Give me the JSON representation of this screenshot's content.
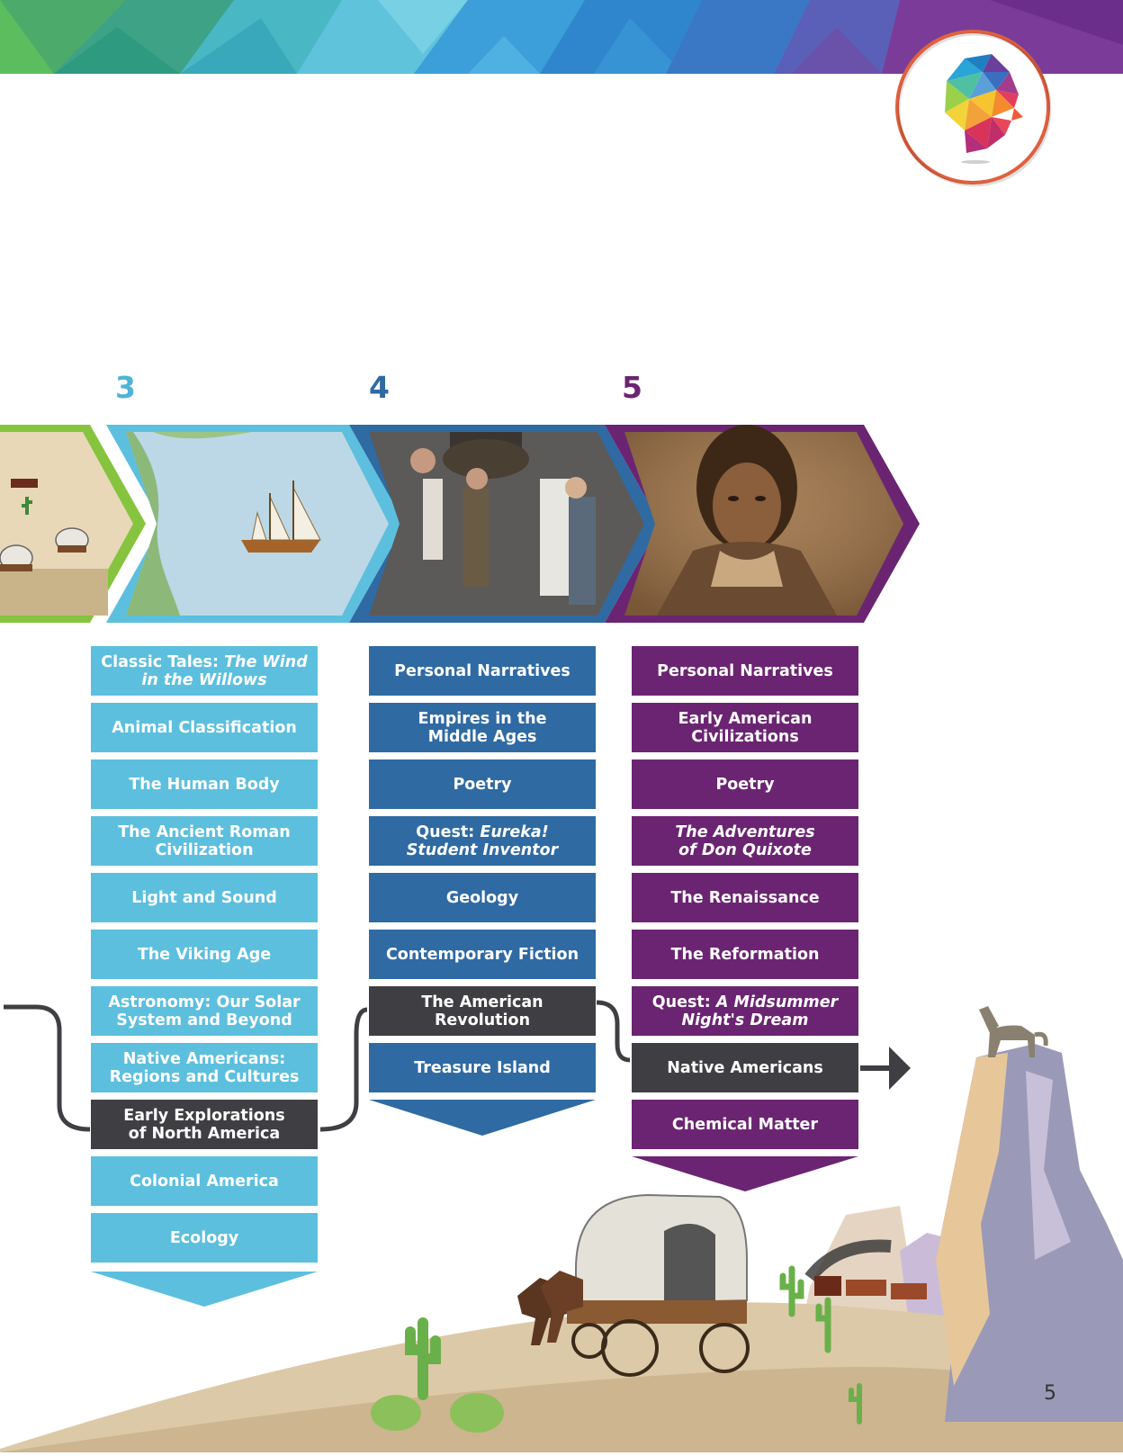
{
  "grades": [
    {
      "number": "3",
      "color": "#4fb3d9"
    },
    {
      "number": "4",
      "color": "#2e6aa3"
    },
    {
      "number": "5",
      "color": "#6b2472"
    }
  ],
  "columns": [
    {
      "color": "#5cbfde",
      "items": [
        {
          "parts": [
            {
              "t": "Classic Tales: ",
              "i": false
            },
            {
              "t": "The Wind",
              "i": true
            }
          ],
          "parts2": [
            {
              "t": "in the Willows",
              "i": true
            }
          ],
          "highlight": false
        },
        {
          "parts": [
            {
              "t": "Animal Classification",
              "i": false
            }
          ],
          "highlight": false
        },
        {
          "parts": [
            {
              "t": "The Human Body",
              "i": false
            }
          ],
          "highlight": false
        },
        {
          "parts": [
            {
              "t": "The Ancient Roman",
              "i": false
            }
          ],
          "parts2": [
            {
              "t": "Civilization",
              "i": false
            }
          ],
          "highlight": false
        },
        {
          "parts": [
            {
              "t": "Light and Sound",
              "i": false
            }
          ],
          "highlight": false
        },
        {
          "parts": [
            {
              "t": "The Viking Age",
              "i": false
            }
          ],
          "highlight": false
        },
        {
          "parts": [
            {
              "t": "Astronomy: Our Solar",
              "i": false
            }
          ],
          "parts2": [
            {
              "t": "System and Beyond",
              "i": false
            }
          ],
          "highlight": false
        },
        {
          "parts": [
            {
              "t": "Native Americans:",
              "i": false
            }
          ],
          "parts2": [
            {
              "t": "Regions and Cultures",
              "i": false
            }
          ],
          "highlight": false
        },
        {
          "parts": [
            {
              "t": "Early Explorations",
              "i": false
            }
          ],
          "parts2": [
            {
              "t": "of North America",
              "i": false
            }
          ],
          "highlight": true
        },
        {
          "parts": [
            {
              "t": "Colonial America",
              "i": false
            }
          ],
          "highlight": false
        },
        {
          "parts": [
            {
              "t": "Ecology",
              "i": false
            }
          ],
          "highlight": false
        }
      ]
    },
    {
      "color": "#2f6aa3",
      "items": [
        {
          "parts": [
            {
              "t": "Personal Narratives",
              "i": false
            }
          ],
          "highlight": false
        },
        {
          "parts": [
            {
              "t": "Empires in the",
              "i": false
            }
          ],
          "parts2": [
            {
              "t": "Middle Ages",
              "i": false
            }
          ],
          "highlight": false
        },
        {
          "parts": [
            {
              "t": "Poetry",
              "i": false
            }
          ],
          "highlight": false
        },
        {
          "parts": [
            {
              "t": "Quest: ",
              "i": false
            },
            {
              "t": "Eureka!",
              "i": true
            }
          ],
          "parts2": [
            {
              "t": "Student Inventor",
              "i": true
            }
          ],
          "highlight": false
        },
        {
          "parts": [
            {
              "t": "Geology",
              "i": false
            }
          ],
          "highlight": false
        },
        {
          "parts": [
            {
              "t": "Contemporary Fiction",
              "i": false
            }
          ],
          "highlight": false
        },
        {
          "parts": [
            {
              "t": "The American",
              "i": false
            }
          ],
          "parts2": [
            {
              "t": "Revolution",
              "i": false
            }
          ],
          "highlight": true
        },
        {
          "parts": [
            {
              "t": "Treasure Island",
              "i": false
            }
          ],
          "highlight": false
        }
      ]
    },
    {
      "color": "#6b2472",
      "items": [
        {
          "parts": [
            {
              "t": "Personal Narratives",
              "i": false
            }
          ],
          "highlight": false
        },
        {
          "parts": [
            {
              "t": "Early American",
              "i": false
            }
          ],
          "parts2": [
            {
              "t": "Civilizations",
              "i": false
            }
          ],
          "highlight": false
        },
        {
          "parts": [
            {
              "t": "Poetry",
              "i": false
            }
          ],
          "highlight": false
        },
        {
          "parts": [
            {
              "t": "The Adventures",
              "i": true
            }
          ],
          "parts2": [
            {
              "t": "of Don Quixote",
              "i": true
            }
          ],
          "highlight": false
        },
        {
          "parts": [
            {
              "t": "The Renaissance",
              "i": false
            }
          ],
          "highlight": false
        },
        {
          "parts": [
            {
              "t": "The Reformation",
              "i": false
            }
          ],
          "highlight": false
        },
        {
          "parts": [
            {
              "t": "Quest: ",
              "i": false
            },
            {
              "t": "A Midsummer",
              "i": true
            }
          ],
          "parts2": [
            {
              "t": "Night's Dream",
              "i": true
            }
          ],
          "highlight": false
        },
        {
          "parts": [
            {
              "t": "Native Americans",
              "i": false
            }
          ],
          "highlight": true
        },
        {
          "parts": [
            {
              "t": "Chemical Matter",
              "i": false
            }
          ],
          "highlight": false
        }
      ]
    }
  ],
  "page_number": "5",
  "icons": [
    "brain-head-logo-icon",
    "sailing-ship-icon",
    "wagon-icon",
    "wolf-icon",
    "cactus-icon",
    "train-icon"
  ]
}
